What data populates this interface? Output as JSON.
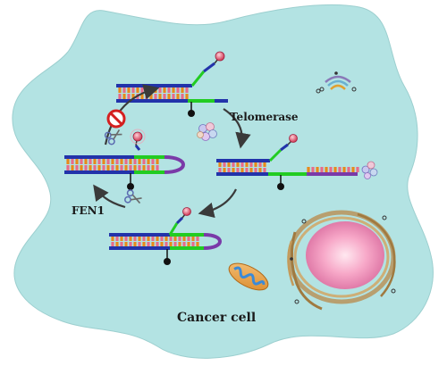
{
  "labels": {
    "enzyme_top": "Telomerase",
    "enzyme_left": "FEN1",
    "cell": "Cancer cell"
  },
  "icons": {
    "blocked": "no-entry-icon",
    "cleaver": "scissors-icon",
    "nucleus": "nucleus-icon",
    "mitochondrion": "mitochondrion-icon",
    "golgi": "golgi-icon",
    "enzyme": "telomerase-icon"
  },
  "colors": {
    "cytoplasm": "#b3e3e3",
    "strand_backbone": "#2233aa",
    "strand_segment_green": "#22cc22",
    "strand_loop_purple": "#7a3aa8",
    "base_orange": "#e8891a",
    "base_pink": "#e86b8a",
    "fluorophore": "#e0506a",
    "quencher": "#111111",
    "block_red": "#d42020"
  }
}
